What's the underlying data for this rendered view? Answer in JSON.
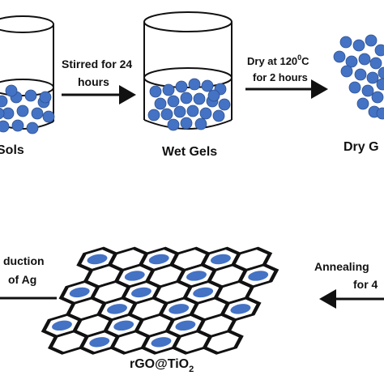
{
  "stage_labels": {
    "sols": "Sols",
    "wet_gels": "Wet Gels",
    "dry_gels": "Dry G",
    "product_main": "rGO@TiO",
    "product_sub": "2"
  },
  "arrow_labels": {
    "stir_line1": "Stirred for 24",
    "stir_line2": "hours",
    "dry_line1_pre": "Dry at 120",
    "dry_line1_sup": "0",
    "dry_line1_post": "C",
    "dry_line2": "for 2 hours",
    "anneal_line1": "Annealing",
    "anneal_line2": "for 4",
    "reduce_line1": "duction",
    "reduce_line2": "of Ag"
  },
  "colors": {
    "particle": "#4472c4",
    "particle_stroke": "#2f528f",
    "outline": "#111111",
    "liquid": "#ffffff"
  }
}
